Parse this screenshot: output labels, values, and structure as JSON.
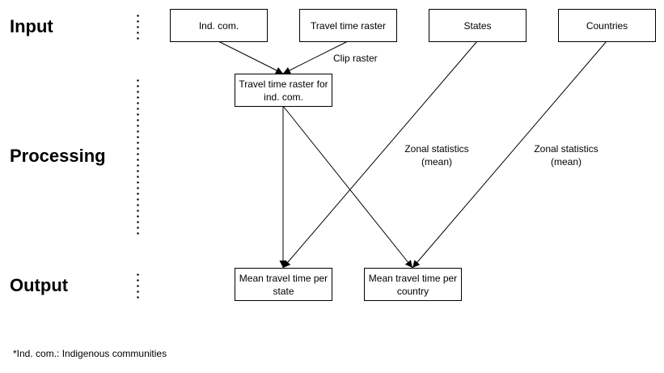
{
  "stages": {
    "input": "Input",
    "processing": "Processing",
    "output": "Output"
  },
  "inputs": {
    "ind_com": "Ind. com.",
    "travel_time_raster": "Travel time raster",
    "states": "States",
    "countries": "Countries"
  },
  "processing": {
    "clipped_raster": "Travel time raster for ind. com.",
    "clip_label": "Clip raster",
    "zonal_label_1": "Zonal statistics (mean)",
    "zonal_label_2": "Zonal statistics (mean)"
  },
  "outputs": {
    "per_state": "Mean travel time per state",
    "per_country": "Mean travel time per country"
  },
  "footnote": "*Ind. com.: Indigenous communities",
  "colors": {
    "line": "#000000",
    "background": "#ffffff"
  }
}
